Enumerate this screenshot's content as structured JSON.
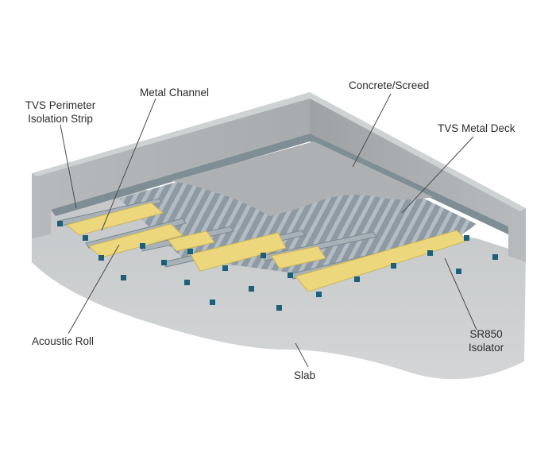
{
  "labels": {
    "perimeter_strip": [
      "TVS Perimeter",
      "Isolation Strip"
    ],
    "metal_channel": "Metal Channel",
    "concrete_screed": "Concrete/Screed",
    "metal_deck": "TVS Metal Deck",
    "acoustic_roll": "Acoustic Roll",
    "isolator": [
      "SR850",
      "Isolator"
    ],
    "slab": "Slab"
  },
  "colors": {
    "slab": "#c9ccce",
    "wall": "#b9bcbe",
    "screed": "#aeb1b4",
    "deck": "#8c98a2",
    "acoustic_roll": "#ecd77d",
    "isolator": "#1b5f79",
    "channel": "#a9b3b9",
    "leader_line": "#4a4a4a"
  }
}
